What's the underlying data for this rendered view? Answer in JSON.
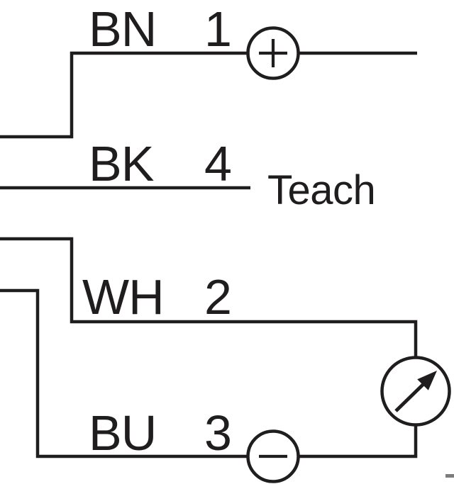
{
  "diagram": {
    "title": "sensor-wiring-connection-diagram",
    "background": "#ffffff",
    "line_color": "#1f1d1e",
    "wires": [
      {
        "color_code": "BN",
        "pin": "1",
        "terminal": "plus-supply"
      },
      {
        "color_code": "BK",
        "pin": "4",
        "function_label": "Teach"
      },
      {
        "color_code": "WH",
        "pin": "2",
        "terminal": "analog-meter"
      },
      {
        "color_code": "BU",
        "pin": "3",
        "terminal": "minus-supply"
      }
    ],
    "icons": [
      {
        "name": "plus-terminal-icon",
        "glyph": "+"
      },
      {
        "name": "minus-terminal-icon",
        "glyph": "−"
      },
      {
        "name": "meter-icon",
        "glyph": "circle-with-ne-arrow"
      }
    ]
  }
}
